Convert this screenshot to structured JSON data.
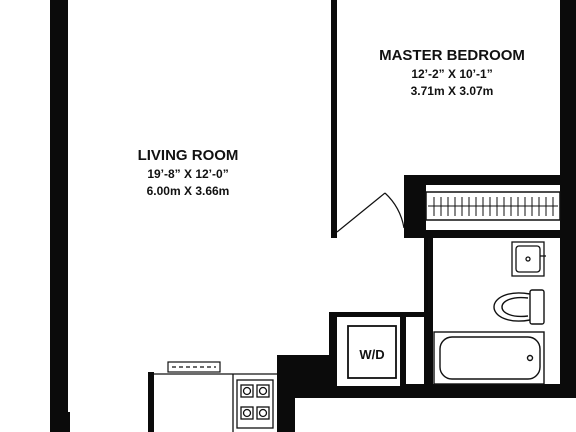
{
  "rooms": {
    "living_room": {
      "name": "LIVING ROOM",
      "dim_imperial": "19’-8” X 12’-0”",
      "dim_metric": "6.00m X 3.66m"
    },
    "master_bedroom": {
      "name": "MASTER BEDROOM",
      "dim_imperial": "12’-2” X 10’-1”",
      "dim_metric": "3.71m X 3.07m"
    }
  },
  "fixtures": {
    "washer_dryer": "W/D"
  },
  "colors": {
    "wall": "#0b0b0b",
    "background": "#ffffff",
    "fixture_stroke": "#111111"
  }
}
